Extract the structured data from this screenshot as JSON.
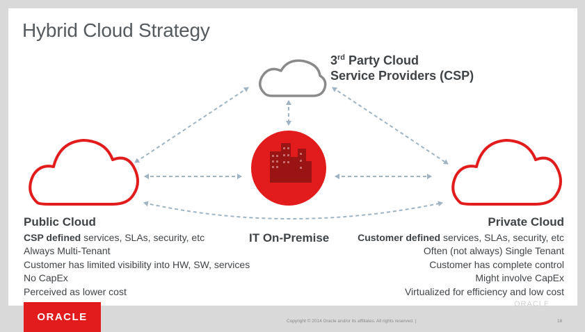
{
  "slide": {
    "title": "Hybrid Cloud Strategy",
    "csp": {
      "line1_main": "3",
      "line1_sup": "rd",
      "line1_rest": " Party Cloud",
      "line2": "Service Providers (CSP)"
    },
    "on_premise_label": "IT On-Premise",
    "public_cloud": {
      "heading": "Public Cloud",
      "lines": [
        {
          "bold": "CSP defined",
          "rest": " services, SLAs, security, etc"
        },
        {
          "bold": "",
          "rest": "Always Multi-Tenant"
        },
        {
          "bold": "",
          "rest": "Customer has limited visibility into HW, SW, services"
        },
        {
          "bold": "",
          "rest": "No CapEx"
        },
        {
          "bold": "",
          "rest": "Perceived as lower cost"
        }
      ]
    },
    "private_cloud": {
      "heading": "Private Cloud",
      "lines": [
        {
          "bold": "Customer defined",
          "rest": " services, SLAs, security, etc"
        },
        {
          "bold": "",
          "rest": "Often (not always) Single Tenant"
        },
        {
          "bold": "",
          "rest": "Customer has complete control"
        },
        {
          "bold": "",
          "rest": "Might involve CapEx"
        },
        {
          "bold": "",
          "rest": "Virtualized for efficiency and low cost"
        }
      ]
    }
  },
  "footer": {
    "logo": "ORACLE",
    "copyright": "Copyright © 2014 Oracle and/or its affiliates. All rights reserved.  |",
    "page_number": "18",
    "faint_brand": "ORACLE"
  },
  "colors": {
    "accent_red": "#e21c1c",
    "cloud_gray": "#8a8a8a",
    "arrow_blue_gray": "#9fb3c2",
    "text_dark": "#3f4346"
  },
  "icons": [
    "cloud-icon",
    "building-icon",
    "double-arrow-icon"
  ]
}
